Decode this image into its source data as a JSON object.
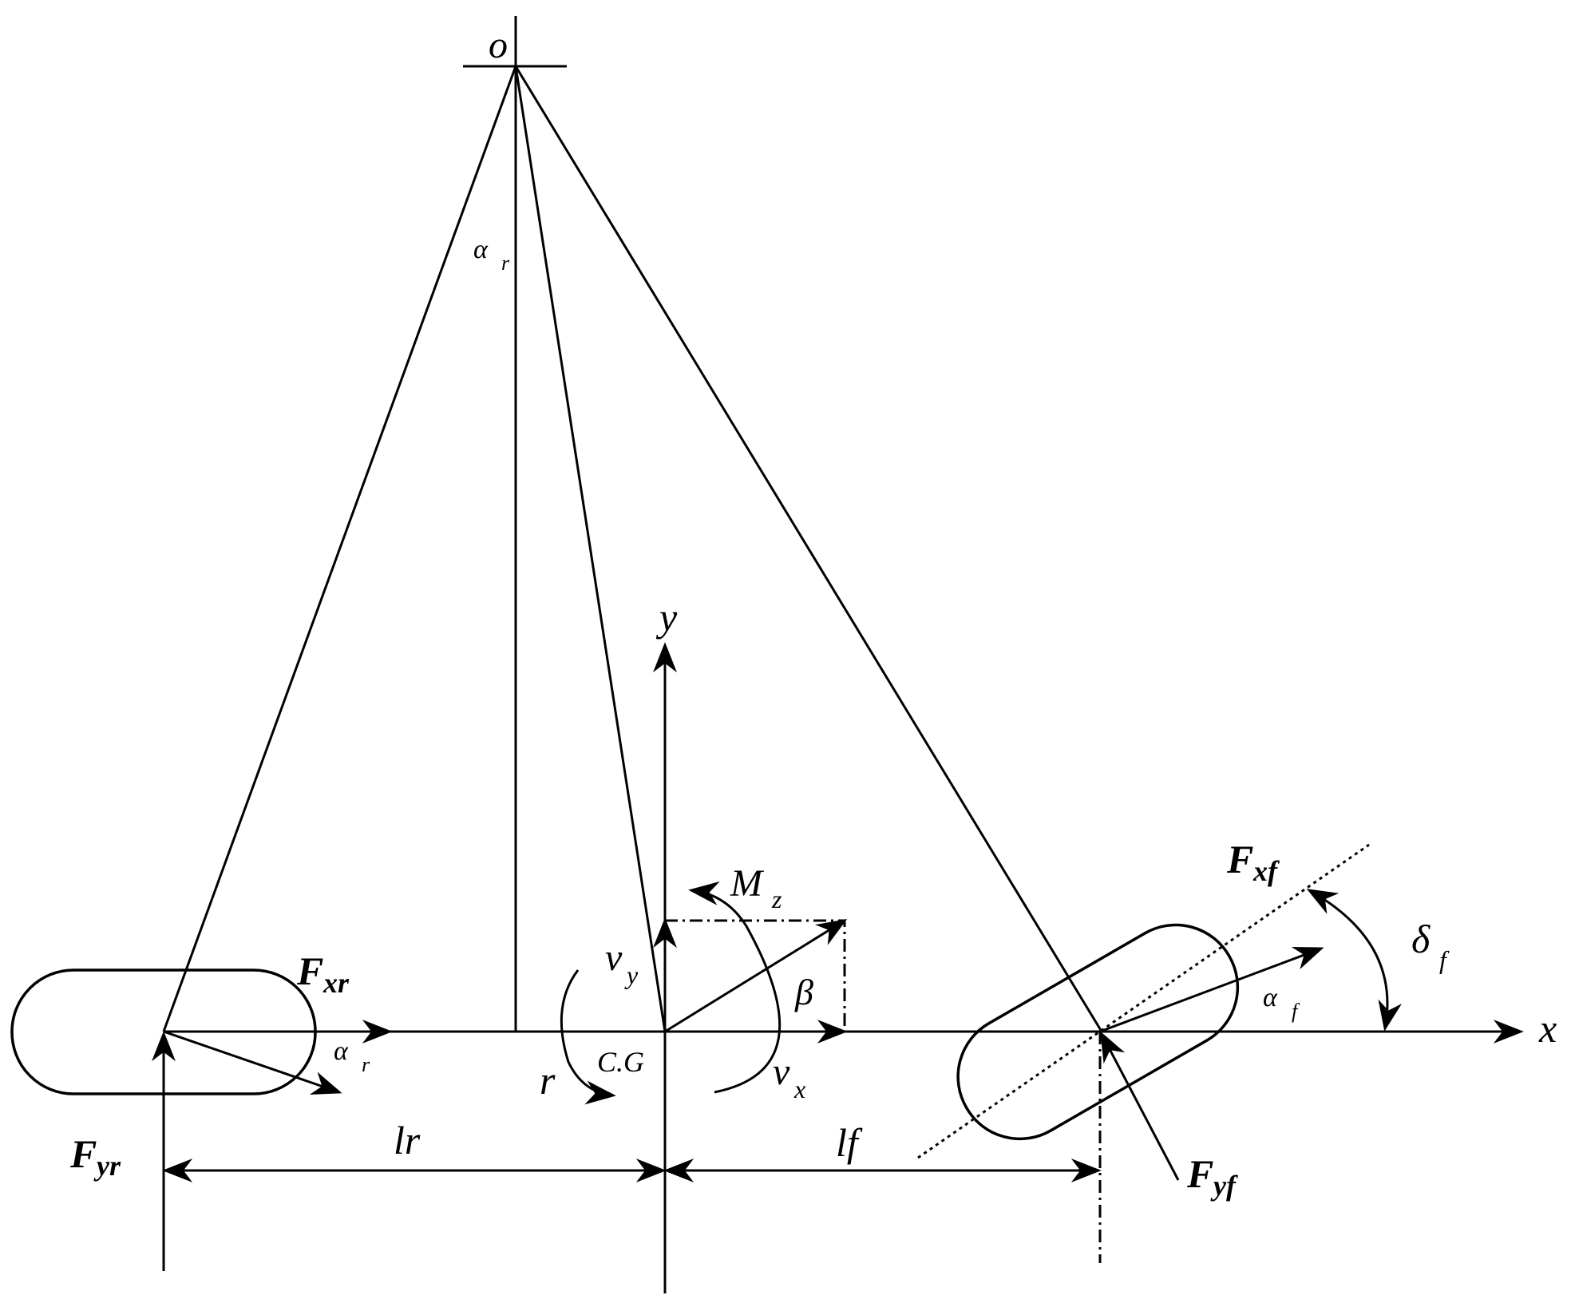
{
  "labels": {
    "origin": "o",
    "alpha_r_top": "α",
    "alpha_r_top_sub": "r",
    "y_axis": "y",
    "x_axis": "x",
    "Mz_main": "M",
    "Mz_sub": "z",
    "Fxf_main": "F",
    "Fxf_sub": "xf",
    "Fxr_main": "F",
    "Fxr_sub": "xr",
    "vy_main": "v",
    "vy_sub": "y",
    "beta": "β",
    "delta_main": "δ",
    "delta_sub": "f",
    "alpha_f_main": "α",
    "alpha_f_sub": "f",
    "alpha_r_bottom": "α",
    "alpha_r_bottom_sub": "r",
    "r": "r",
    "cg": "C.G",
    "vx_main": "v",
    "vx_sub": "x",
    "Fyr_main": "F",
    "Fyr_sub": "yr",
    "lr": "lr",
    "lf": "lf",
    "Fyf_main": "F",
    "Fyf_sub": "yf"
  },
  "colors": {
    "ink": "#000000",
    "background": "#ffffff"
  }
}
